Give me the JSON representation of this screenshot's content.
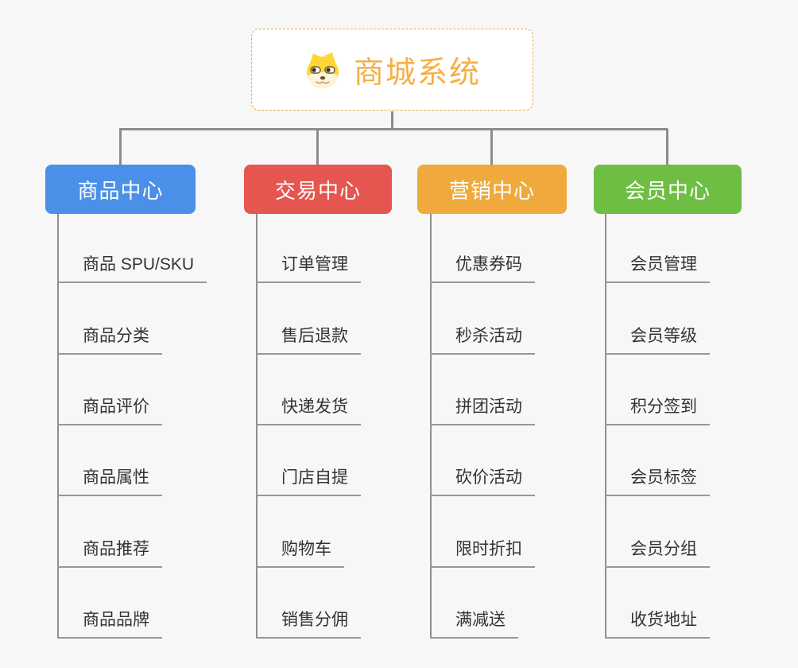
{
  "root": {
    "label": "商城系统",
    "icon": "doge-icon",
    "accent_color": "#F5AF45",
    "border_color": "#F2A93B"
  },
  "colors": {
    "background": "#F7F7F7",
    "connector": "#8C8C8C",
    "underline": "#979797",
    "leaf_text": "#333333"
  },
  "branches": [
    {
      "label": "商品中心",
      "color": "#4A90E9",
      "items": [
        "商品 SPU/SKU",
        "商品分类",
        "商品评价",
        "商品属性",
        "商品推荐",
        "商品品牌"
      ]
    },
    {
      "label": "交易中心",
      "color": "#E4564F",
      "items": [
        "订单管理",
        "售后退款",
        "快递发货",
        "门店自提",
        "购物车",
        "销售分佣"
      ]
    },
    {
      "label": "营销中心",
      "color": "#EFA93C",
      "items": [
        "优惠券码",
        "秒杀活动",
        "拼团活动",
        "砍价活动",
        "限时折扣",
        "满减送"
      ]
    },
    {
      "label": "会员中心",
      "color": "#6EBE44",
      "items": [
        "会员管理",
        "会员等级",
        "积分签到",
        "会员标签",
        "会员分组",
        "收货地址"
      ]
    }
  ]
}
